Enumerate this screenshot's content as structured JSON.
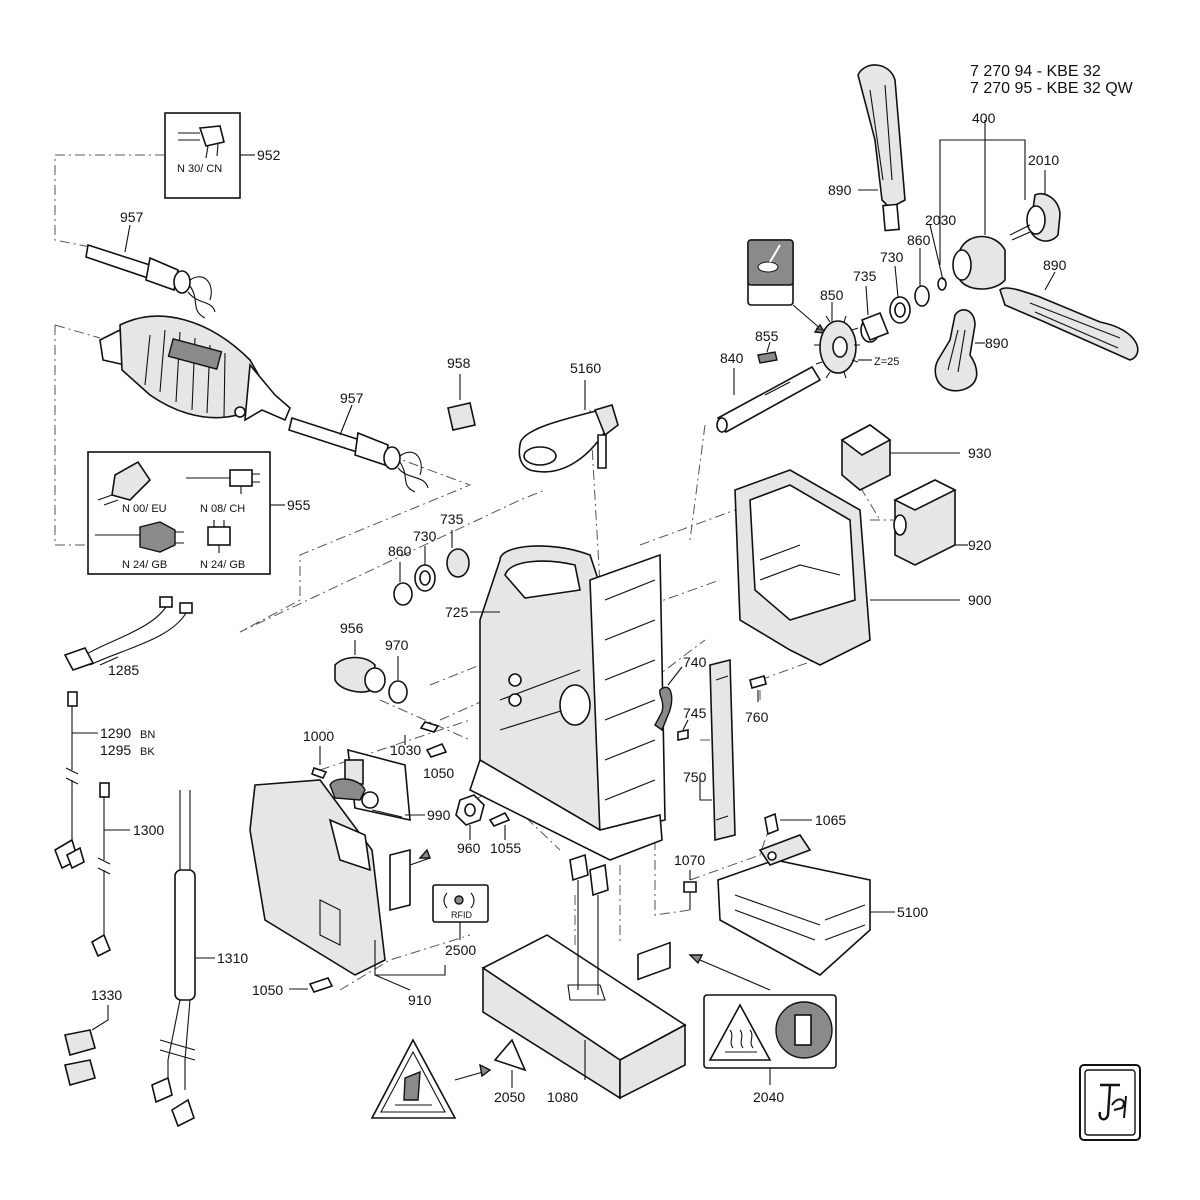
{
  "header": {
    "model_line_1": "7 270 94 - KBE 32",
    "model_line_2": "7 270 95 - KBE 32 QW"
  },
  "parts": {
    "p952": "952",
    "p957a": "957",
    "p957b": "957",
    "p955": "955",
    "p1285": "1285",
    "p1290": "1290",
    "p1295": "1295",
    "p1300": "1300",
    "p1310": "1310",
    "p1330": "1330",
    "p958": "958",
    "p5160": "5160",
    "p725": "725",
    "p735a": "735",
    "p730a": "730",
    "p860a": "860",
    "p956": "956",
    "p970": "970",
    "p1000": "1000",
    "p1030": "1030",
    "p1050a": "1050",
    "p990": "990",
    "p960": "960",
    "p1055": "1055",
    "p910": "910",
    "p2500": "2500",
    "p1050b": "1050",
    "p1080": "1080",
    "p2050": "2050",
    "p2040": "2040",
    "p1070": "1070",
    "p5100": "5100",
    "p1065": "1065",
    "p750": "750",
    "p740": "740",
    "p745": "745",
    "p760": "760",
    "p900": "900",
    "p920": "920",
    "p930": "930",
    "p840": "840",
    "p855": "855",
    "p850": "850",
    "p735b": "735",
    "p730b": "730",
    "p860b": "860",
    "p2030": "2030",
    "p400": "400",
    "p2010": "2010",
    "p890a": "890",
    "p890b": "890",
    "p890c": "890"
  },
  "annotations": {
    "z_count": "Z=25",
    "color_bn": "BN",
    "color_bk": "BK",
    "plug_n30": "N 30/ CN",
    "plug_n00": "N 00/ EU",
    "plug_n08": "N 08/ CH",
    "plug_n24a": "N 24/ GB",
    "plug_n24b": "N 24/ GB",
    "rfid": "RFID"
  }
}
